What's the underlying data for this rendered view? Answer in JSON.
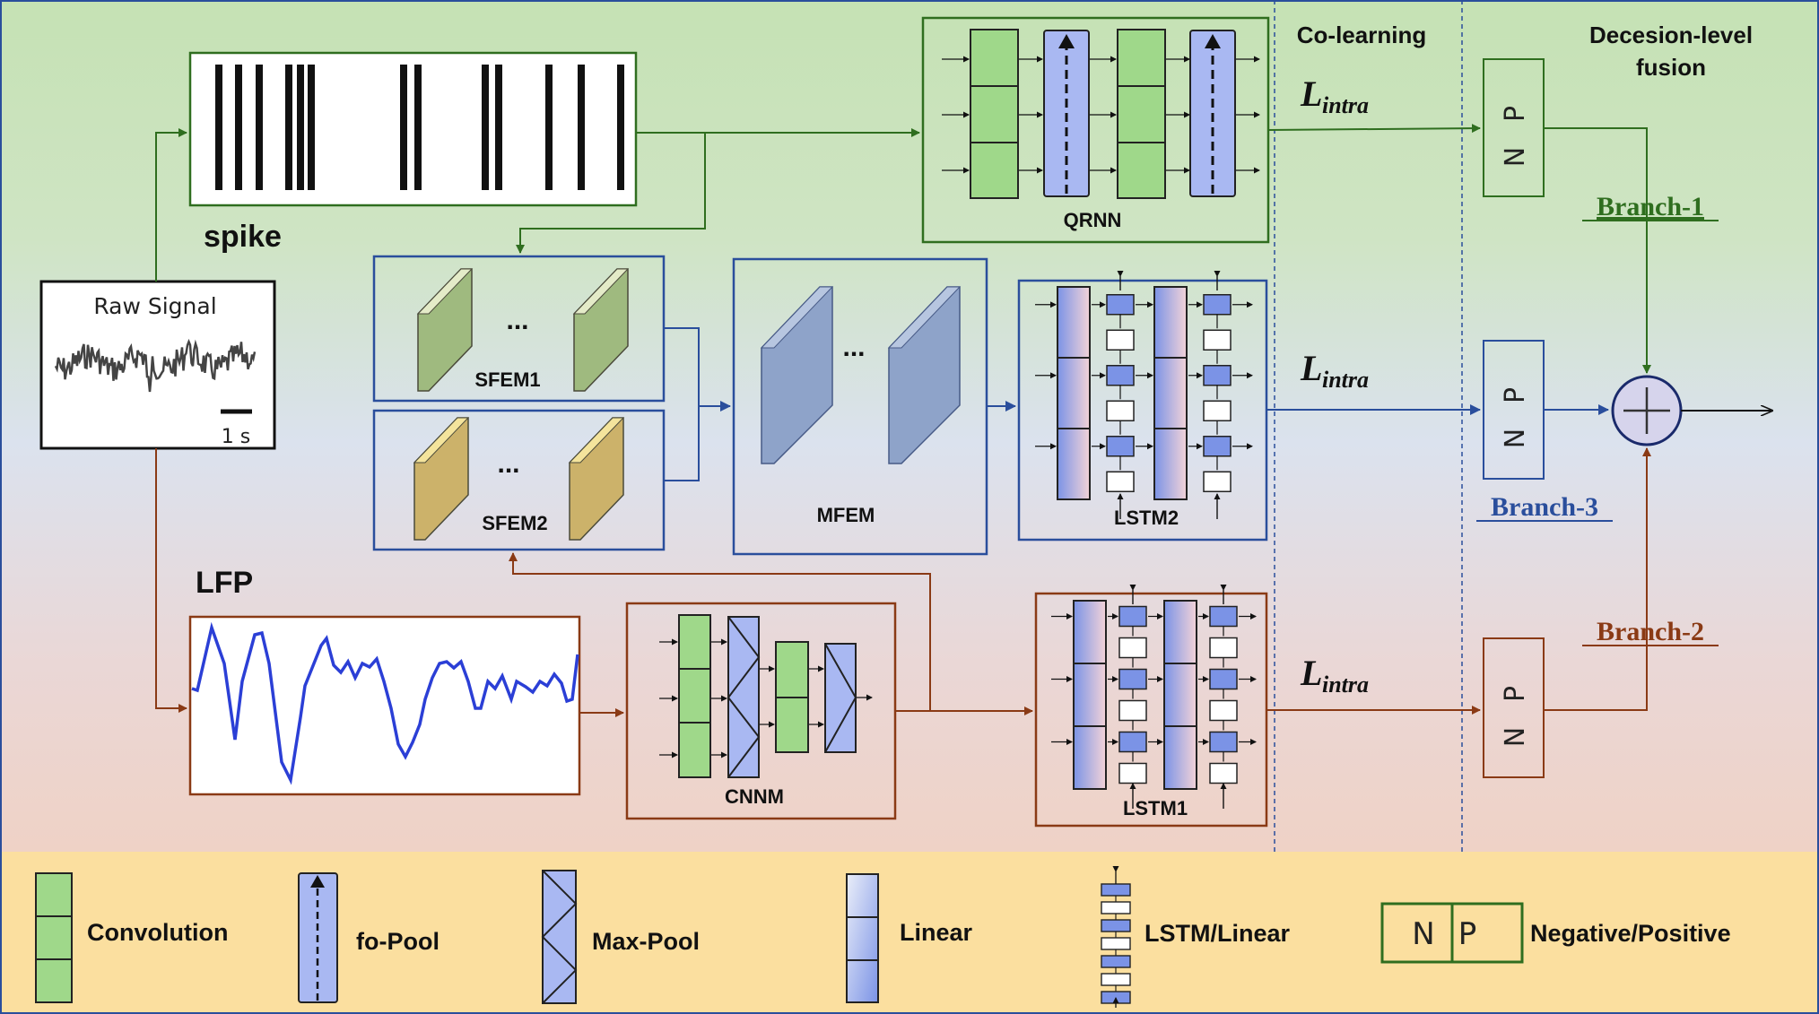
{
  "modules": {
    "raw_signal": "Raw Signal",
    "scale_bar": "1 s",
    "spike": "spike",
    "lfp": "LFP",
    "qrnn": "QRNN",
    "sfem1": "SFEM1",
    "sfem2": "SFEM2",
    "mfem": "MFEM",
    "cnnm": "CNNM",
    "lstm2": "LSTM2",
    "lstm1": "LSTM1",
    "ellipsis": "..."
  },
  "headers": {
    "colearning": "Co-learning",
    "fusion_line1": "Decesion-level",
    "fusion_line2": "fusion"
  },
  "loss": {
    "symbol": "L",
    "subscript": "intra"
  },
  "np": {
    "n": "N",
    "p": "P"
  },
  "branches": {
    "branch1": "Branch-1",
    "branch2": "Branch-2",
    "branch3": "Branch-3"
  },
  "legend": {
    "convolution": "Convolution",
    "fo_pool": "fo-Pool",
    "max_pool": "Max-Pool",
    "linear": "Linear",
    "lstm_linear": "LSTM/Linear",
    "np_n": "N",
    "np_p": "P",
    "neg_pos": "Negative/Positive"
  },
  "colors": {
    "green_branch": "#2f6e1f",
    "blue_branch": "#2a4e9c",
    "brown_branch": "#8a3a15",
    "conv_fill": "#9fd88a",
    "pool_fill": "#a9b8f2",
    "legend_bg": "#fbdf9f"
  }
}
